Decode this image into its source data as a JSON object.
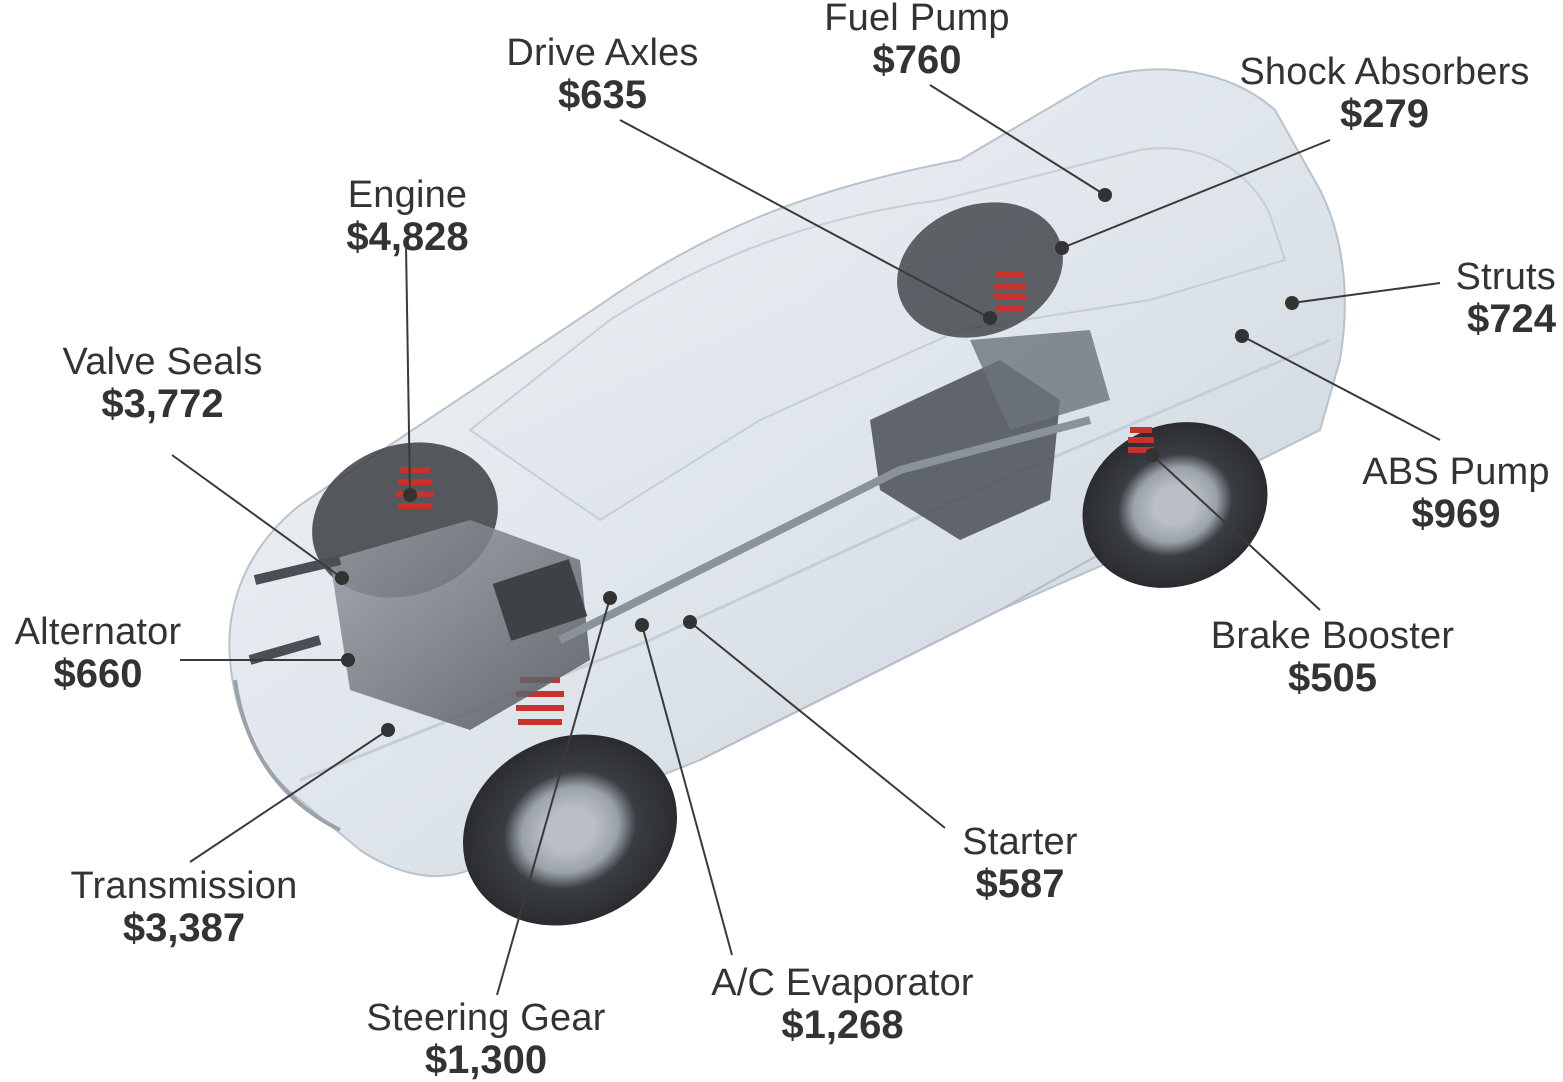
{
  "colors": {
    "text": "#333333",
    "leader": "#3a3a3a",
    "dot": "#333333",
    "car_body": "#dfe6ec",
    "car_edge": "#b9c3cc",
    "tire": "#3c3f44",
    "spring": "#c8322d"
  },
  "icons": {
    "car": "car-illustration",
    "callout_dot": "callout-dot-icon"
  },
  "parts": {
    "fuel_pump": {
      "name": "Fuel Pump",
      "price": "$760"
    },
    "drive_axles": {
      "name": "Drive Axles",
      "price": "$635"
    },
    "shock_absorbers": {
      "name": "Shock Absorbers",
      "price": "$279"
    },
    "engine": {
      "name": "Engine",
      "price": "$4,828"
    },
    "struts": {
      "name": "Struts",
      "price": "$724"
    },
    "valve_seals": {
      "name": "Valve Seals",
      "price": "$3,772"
    },
    "abs_pump": {
      "name": "ABS Pump",
      "price": "$969"
    },
    "alternator": {
      "name": "Alternator",
      "price": "$660"
    },
    "brake_booster": {
      "name": "Brake Booster",
      "price": "$505"
    },
    "transmission": {
      "name": "Transmission",
      "price": "$3,387"
    },
    "starter": {
      "name": "Starter",
      "price": "$587"
    },
    "ac_evaporator": {
      "name": "A/C Evaporator",
      "price": "$1,268"
    },
    "steering_gear": {
      "name": "Steering Gear",
      "price": "$1,300"
    }
  }
}
